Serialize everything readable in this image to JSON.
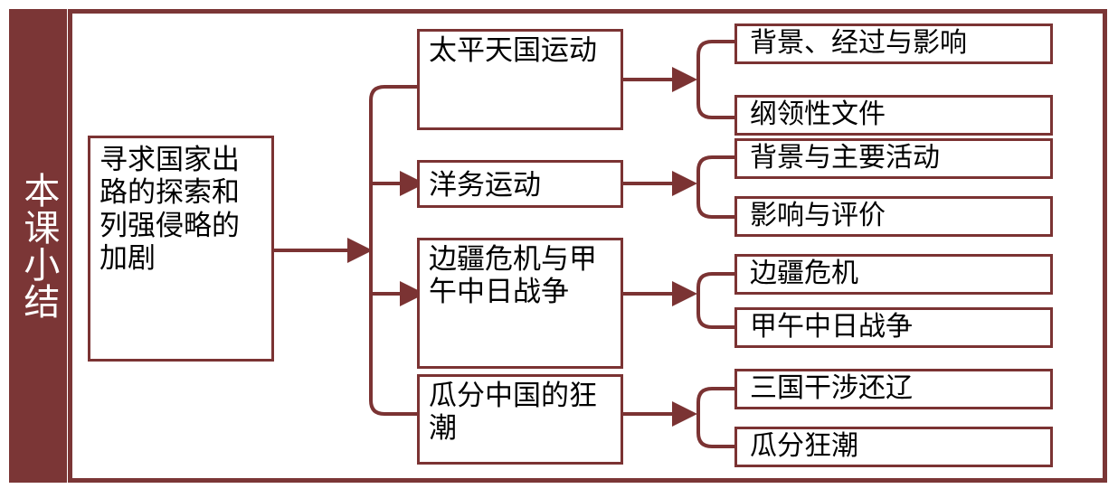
{
  "diagram": {
    "title_band": {
      "label": "本课小结",
      "color": "#7B3636",
      "text_color": "#FFFFFF"
    },
    "colors": {
      "band": "#7B3636",
      "border": "#7B3333",
      "connector": "#7B3333",
      "background": "#FFFFFF",
      "text": "#000000"
    },
    "root": {
      "label": "寻求国家出路的探索和列强侵略的加剧"
    },
    "branches": [
      {
        "label": "太平天国运动",
        "children": [
          {
            "label": "背景、经过与影响"
          },
          {
            "label": "纲领性文件"
          }
        ]
      },
      {
        "label": "洋务运动",
        "children": [
          {
            "label": "背景与主要活动"
          },
          {
            "label": "影响与评价"
          }
        ]
      },
      {
        "label": "边疆危机与甲午中日战争",
        "children": [
          {
            "label": "边疆危机"
          },
          {
            "label": "甲午中日战争"
          }
        ]
      },
      {
        "label": "瓜分中国的狂潮",
        "children": [
          {
            "label": "三国干涉还辽"
          },
          {
            "label": "瓜分狂潮"
          }
        ]
      }
    ]
  }
}
